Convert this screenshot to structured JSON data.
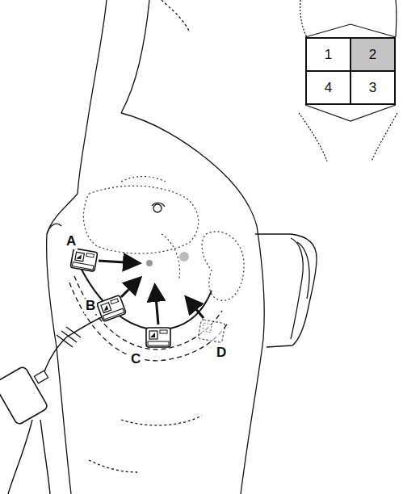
{
  "diagram": {
    "nodes": [
      {
        "text": [
          "1"
        ]
      },
      {
        "text": [
          "2"
        ]
      },
      {
        "text": [
          "4"
        ]
      },
      {
        "text": [
          "3"
        ]
      }
    ],
    "labels": [
      "A",
      "B",
      "C",
      "D"
    ]
  }
}
